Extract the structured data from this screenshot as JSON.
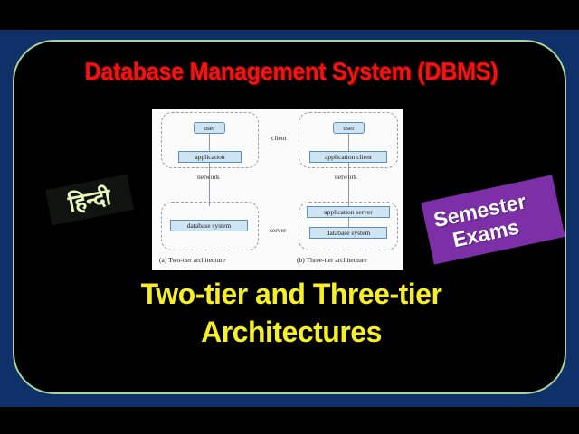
{
  "slide": {
    "title": "Database Management System (DBMS)",
    "subtitle_line_1": "Two-tier and Three-tier",
    "subtitle_line_2": "Architectures",
    "title_color": "#f01414",
    "subtitle_color": "#f6ef26",
    "card_background": "#000000",
    "card_border_color": "#a8d39a",
    "backdrop_color": "#10306a",
    "letterbox_color": "#000000"
  },
  "badges": {
    "language": {
      "label": "हिन्दी",
      "background": "#101310",
      "text_color": "#e8f6c0"
    },
    "exam": {
      "line_1": "Semester",
      "line_2": "Exams",
      "background": "#7c2fa6",
      "text_color": "#ffffff"
    }
  },
  "diagram": {
    "panel_background": "#fbfbfb",
    "node_fill": "#cfe4f3",
    "node_border": "#5b8fb9",
    "zone_labels": {
      "client": "client",
      "server": "server"
    },
    "two_tier": {
      "caption": "(a) Two-tier architecture",
      "network_label": "network",
      "client_nodes": [
        "user",
        "application"
      ],
      "server_nodes": [
        "database system"
      ]
    },
    "three_tier": {
      "caption": "(b) Three-tier architecture",
      "network_label": "network",
      "client_nodes": [
        "user",
        "application client"
      ],
      "server_nodes": [
        "application server",
        "database system"
      ]
    }
  }
}
